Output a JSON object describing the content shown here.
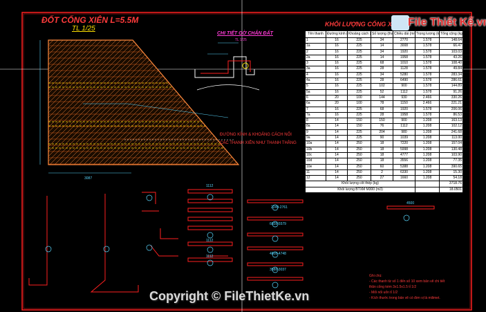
{
  "drawing": {
    "title": "ĐỐT CỐNG XIÊN L=5.5M",
    "scale": "TL 1/25",
    "detail_title": "CHI TIẾT GỜ CHẮN ĐẤT",
    "detail_scale": "TL 1/25",
    "annotation_line1": "ĐƯỜNG KÍNH & KHOẢNG CÁCH NỐI",
    "annotation_line2": "CÁC THANH XIÊN NHƯ THANH THẲNG"
  },
  "table": {
    "title": "KHỐI LƯỢNG CỐNG XIÊN",
    "headers": [
      "Tên thanh",
      "Đường kính (mm)",
      "Khoảng cách (mm)",
      "Số lượng (thanh)",
      "Chiều dài (mm)",
      "Trọng lượng (kg/m)",
      "Tổng cộng (kg)"
    ],
    "rows": [
      [
        "1",
        "16",
        "225",
        "34",
        "2770",
        "1.578",
        "148.64"
      ],
      [
        "1a",
        "16",
        "225",
        "14",
        "3008",
        "1.578",
        "66.47"
      ],
      [
        "2",
        "16",
        "225",
        "34",
        "1920",
        "1.578",
        "103.03"
      ],
      [
        "2a",
        "16",
        "225",
        "14",
        "1958",
        "1.578",
        "43.26"
      ],
      [
        "3",
        "16",
        "225",
        "68",
        "1010",
        "1.578",
        "108.40"
      ],
      [
        "3a",
        "16",
        "225",
        "28",
        "1128",
        "1.578",
        "49.84"
      ],
      [
        "4",
        "16",
        "225",
        "34",
        "5280",
        "1.578",
        "283.34"
      ],
      [
        "4a",
        "16",
        "225",
        "28",
        "6490",
        "1.578",
        "286.61"
      ],
      [
        "5",
        "16",
        "225",
        "102",
        "900",
        "1.578",
        "144.89"
      ],
      [
        "5a",
        "16",
        "225",
        "52",
        "1112",
        "1.578",
        "91.26"
      ],
      [
        "6",
        "20",
        "100",
        "144",
        "930",
        "2.466",
        "330.26"
      ],
      [
        "6a",
        "20",
        "100",
        "78",
        "1150",
        "2.466",
        "221.21"
      ],
      [
        "7",
        "16",
        "225",
        "68",
        "1920",
        "1.578",
        "206.06"
      ],
      [
        "7a",
        "16",
        "225",
        "28",
        "1958",
        "1.578",
        "86.53"
      ],
      [
        "8",
        "14",
        "150",
        "150",
        "900",
        "1.208",
        "163.13"
      ],
      [
        "8a",
        "14",
        "150",
        "76",
        "1112",
        "1.208",
        "102.12"
      ],
      [
        "9",
        "14",
        "225",
        "204",
        "980",
        "1.208",
        "241.68"
      ],
      [
        "9a",
        "14",
        "225",
        "90",
        "1039",
        "1.208",
        "113.00"
      ],
      [
        "10a",
        "14",
        "250",
        "18",
        "7220",
        "1.208",
        "157.04"
      ],
      [
        "10b",
        "14",
        "250",
        "18",
        "5998",
        "1.208",
        "130.48"
      ],
      [
        "10c",
        "14",
        "250",
        "18",
        "4777",
        "1.208",
        "103.90"
      ],
      [
        "10d",
        "14",
        "250",
        "18",
        "3556",
        "1.208",
        "77.35"
      ],
      [
        "10e",
        "14",
        "250",
        "60",
        "5388",
        "1.208",
        "390.65"
      ],
      [
        "11",
        "14",
        "250",
        "2",
        "6330",
        "1.208",
        "15.30"
      ],
      [
        "12",
        "14",
        "250",
        "27",
        "1660",
        "1.208",
        "54.18"
      ]
    ],
    "total_steel_label": "Khối lượng cốt thép (kg)",
    "total_steel_value": "3718.76",
    "total_concrete_label": "Khối lượng BTXM M300 (m3)",
    "total_concrete_value": "18.0501"
  },
  "notes": {
    "heading": "Ghi chú:",
    "items": [
      "- Các thanh từ số 1 đến số 10 xem bản vẽ chi tiết",
      "  thân cống kèm 3x1.5x1.5 tỉ 1/2",
      "- Mối nối uốn tỉ 1/2",
      "- Kích thước trong bản vẽ có đơn vị là milimet."
    ]
  },
  "dimensions": [
    "1112",
    "2249-2761",
    "6028-5579",
    "4808-4748",
    "3588-3037",
    "1112",
    "4500",
    "1112",
    "3087"
  ],
  "footer": {
    "copyright": "Copyright © FileThietKe.vn",
    "logo": "File Thiết Kế.vn"
  },
  "colors": {
    "background": "#000000",
    "frame": "#ff2020",
    "hatch": "#ff8a3d",
    "cyan": "#5ad8ff",
    "yellow": "#ffe100"
  }
}
